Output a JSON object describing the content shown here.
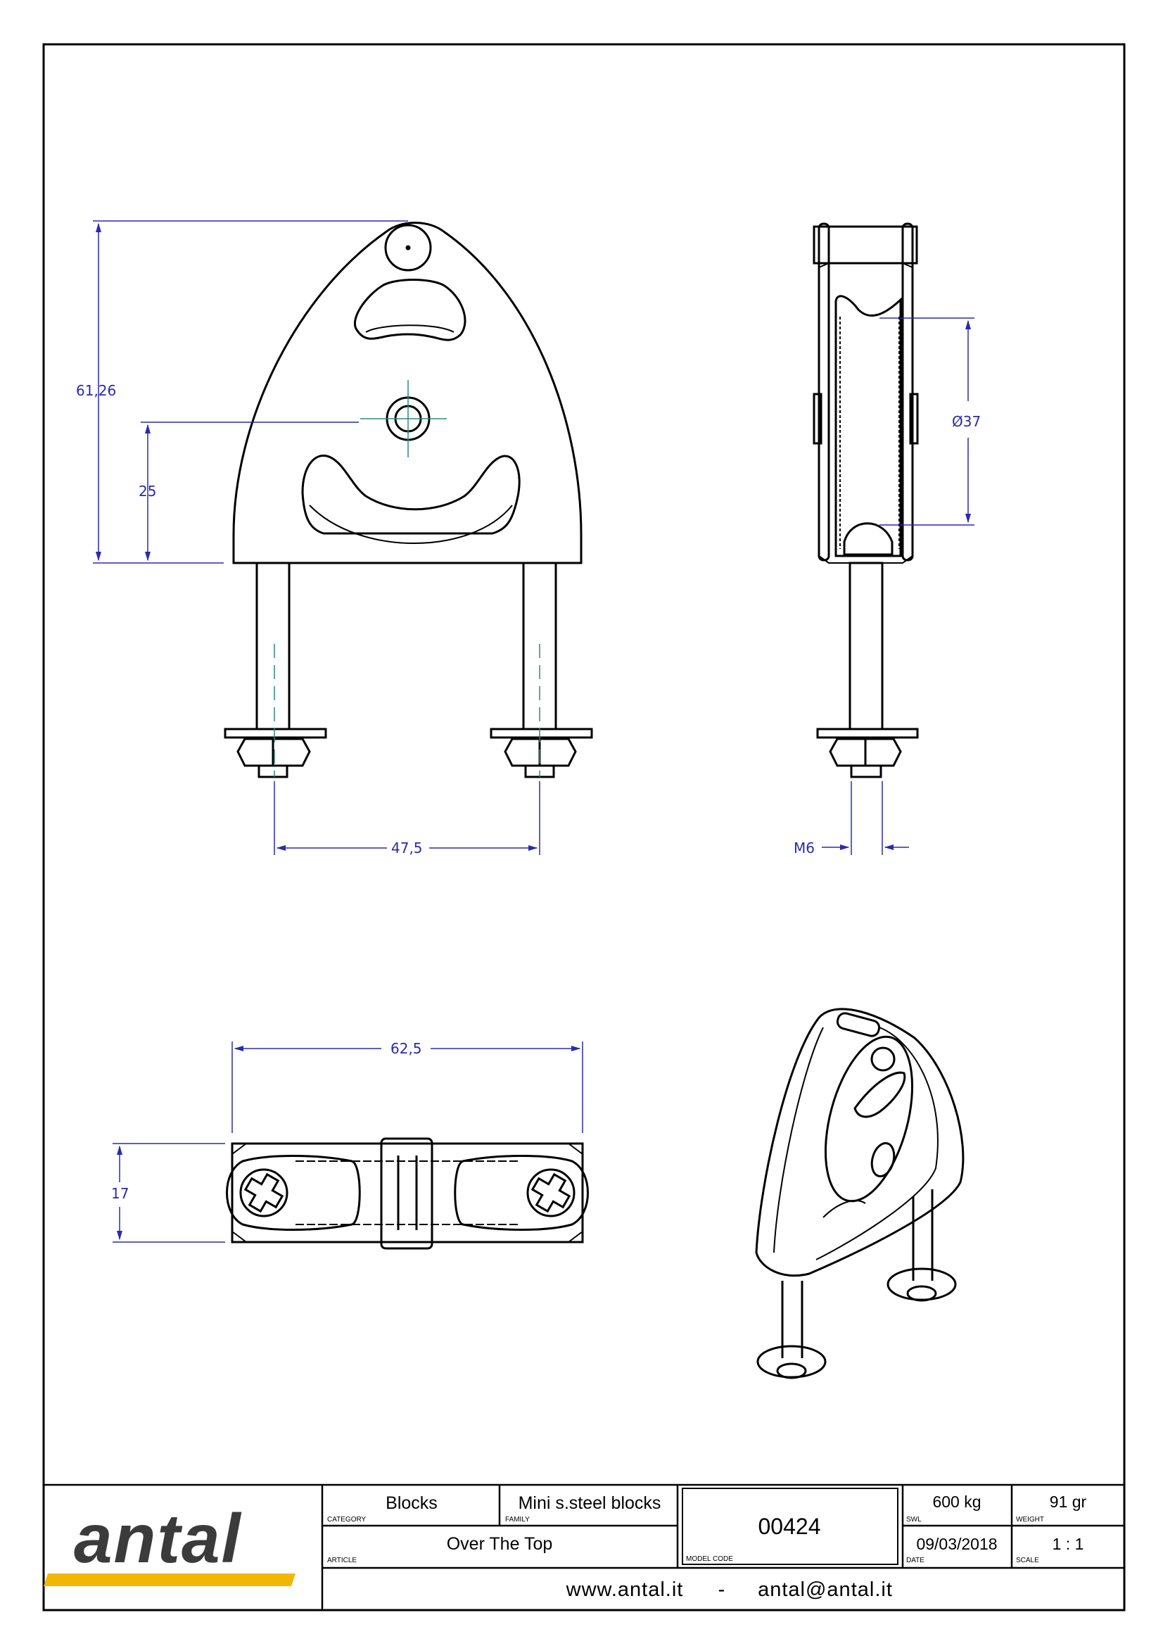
{
  "drawing": {
    "dimensions": {
      "overall_height": "61,26",
      "axle_height": "25",
      "sheave_diameter": "Ø37",
      "bolt_spacing": "47,5",
      "thread": "M6",
      "base_length": "62,5",
      "base_width": "17"
    }
  },
  "title_block": {
    "logo_text": "antal",
    "brand_color": "#f2b705",
    "category": {
      "label": "CATEGORY",
      "value": "Blocks"
    },
    "family": {
      "label": "FAMILY",
      "value": "Mini s.steel blocks"
    },
    "article": {
      "label": "ARTICLE",
      "value": "Over The Top"
    },
    "model_code": {
      "label": "MODEL CODE",
      "value": "00424"
    },
    "swl": {
      "label": "SWL",
      "value": "600 kg"
    },
    "weight": {
      "label": "WEIGHT",
      "value": "91 gr"
    },
    "date": {
      "label": "DATE",
      "value": "09/03/2018"
    },
    "scale": {
      "label": "SCALE",
      "value": "1 : 1"
    },
    "website": "www.antal.it",
    "separator": "-",
    "email": "antal@antal.it"
  }
}
